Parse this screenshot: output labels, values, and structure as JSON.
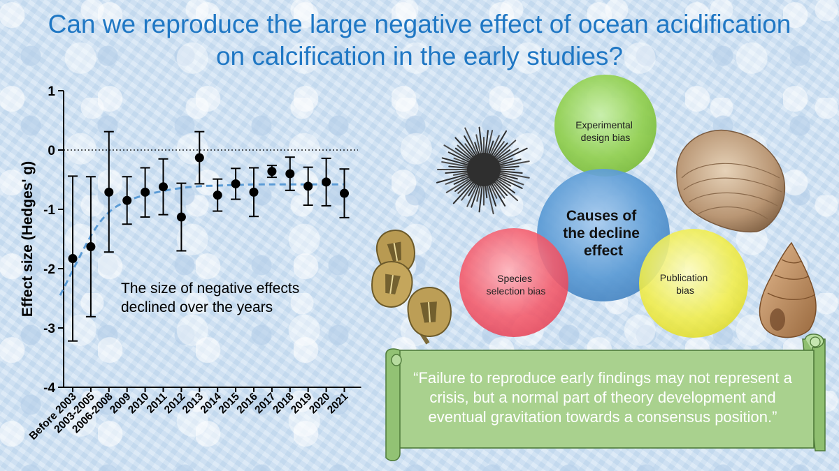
{
  "title": "Can we reproduce the large negative effect of ocean acidification on calcification in the early studies?",
  "chart_data": {
    "type": "scatter",
    "ylabel": "Effect size (Hedges' g)",
    "ylim": [
      -4,
      1
    ],
    "yticks": [
      1,
      0,
      -1,
      -2,
      -3,
      -4
    ],
    "categories": [
      "Before 2003",
      "2003-2005",
      "2006-2008",
      "2009",
      "2010",
      "2011",
      "2012",
      "2013",
      "2014",
      "2015",
      "2016",
      "2017",
      "2018",
      "2019",
      "2020",
      "2021"
    ],
    "series": [
      {
        "values": [
          -1.83,
          -1.63,
          -0.71,
          -0.85,
          -0.71,
          -0.62,
          -1.13,
          -0.13,
          -0.76,
          -0.57,
          -0.71,
          -0.36,
          -0.4,
          -0.61,
          -0.54,
          -0.73
        ],
        "ci_lower": [
          -3.22,
          -2.81,
          -1.72,
          -1.25,
          -1.13,
          -1.09,
          -1.7,
          -0.57,
          -1.03,
          -0.83,
          -1.12,
          -0.46,
          -0.68,
          -0.93,
          -0.94,
          -1.14
        ],
        "ci_upper": [
          -0.44,
          -0.45,
          0.31,
          -0.45,
          -0.3,
          -0.15,
          -0.56,
          0.31,
          -0.49,
          -0.31,
          -0.3,
          -0.26,
          -0.12,
          -0.29,
          -0.14,
          -0.32
        ]
      }
    ],
    "trend_line": {
      "x": [
        0,
        1,
        2,
        3,
        4,
        5,
        6,
        7,
        8,
        9,
        10,
        11,
        12,
        13,
        14,
        15
      ],
      "y": [
        -2.45,
        -1.45,
        -1.05,
        -0.86,
        -0.76,
        -0.69,
        -0.64,
        -0.61,
        -0.6,
        -0.59,
        -0.58,
        -0.58,
        -0.58,
        -0.58,
        -0.58,
        -0.58
      ]
    },
    "reference_line": 0,
    "annotation": [
      "The size of negative effects",
      "declined over the years"
    ]
  },
  "diagram": {
    "center": [
      "Causes of",
      "the decline",
      "effect"
    ],
    "top": [
      "Experimental",
      "design bias"
    ],
    "left": [
      "Species",
      "selection bias"
    ],
    "right": [
      "Publication",
      "bias"
    ]
  },
  "quote": "“Failure to reproduce early findings may not represent a crisis, but a normal part of theory development and eventual gravitation towards a consensus position.”",
  "colors": {
    "title": "#1f77c4",
    "center_circle": "#5b9bd5",
    "top_circle": "#92d050",
    "left_circle": "#ff5b6b",
    "right_circle": "#f2ee4b",
    "scroll": "#a9d18e",
    "trend": "#5b9bd5"
  },
  "icons": [
    "sea-urchin-icon",
    "clam-shell-icon",
    "barnacle-icon",
    "snail-shell-icon"
  ]
}
